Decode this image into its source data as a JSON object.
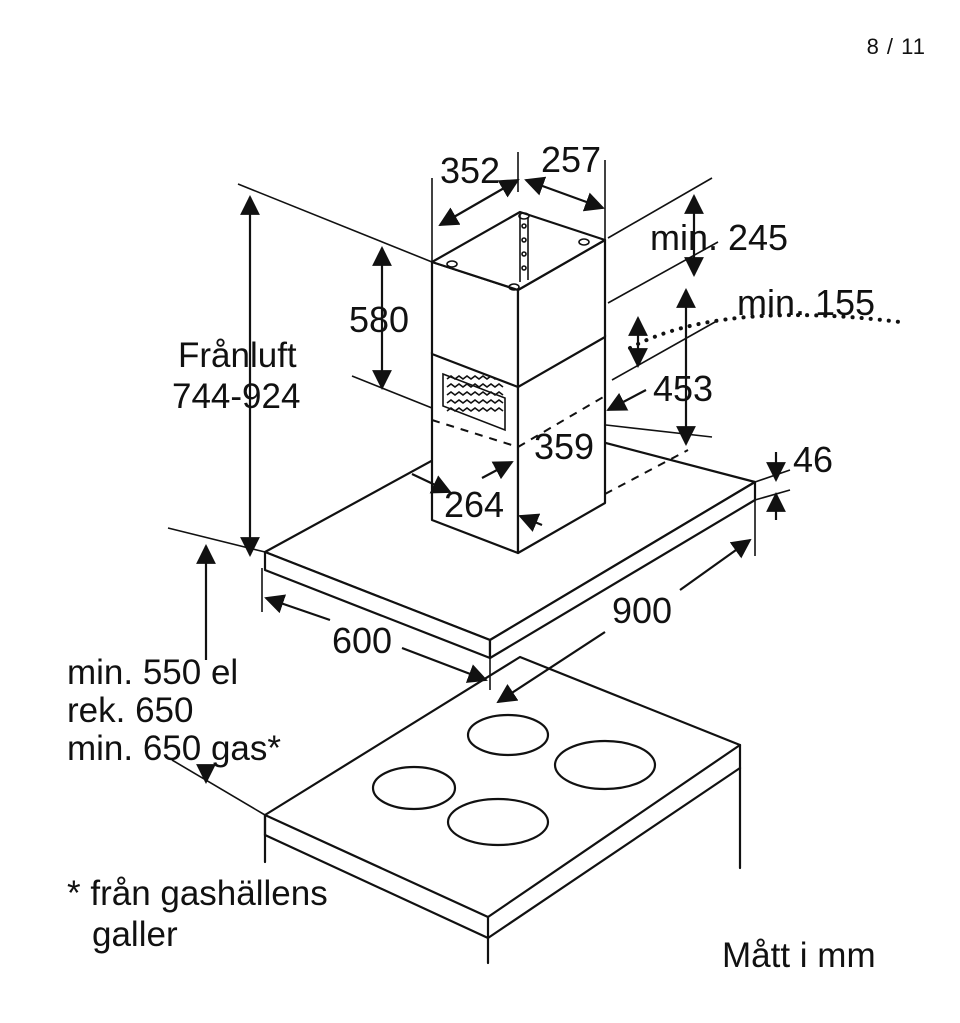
{
  "page_number": "8 / 11",
  "dimensions": {
    "chimney_width": "352",
    "chimney_depth": "257",
    "chimney_height": "580",
    "min_top": "min. 245",
    "min_side": "min. 155",
    "height_453": "453",
    "lower_359": "359",
    "lower_264": "264",
    "hood_thickness": "46",
    "hood_depth": "600",
    "hood_width": "900"
  },
  "labels": {
    "exhaust_title": "Frånluft",
    "exhaust_range": "744-924",
    "distance_line1": "min. 550 el",
    "distance_line2": "rek. 650",
    "distance_line3": "min. 650 gas*",
    "footnote_line1": "* från gashällens",
    "footnote_line2": "galler",
    "units": "Mått i mm"
  }
}
